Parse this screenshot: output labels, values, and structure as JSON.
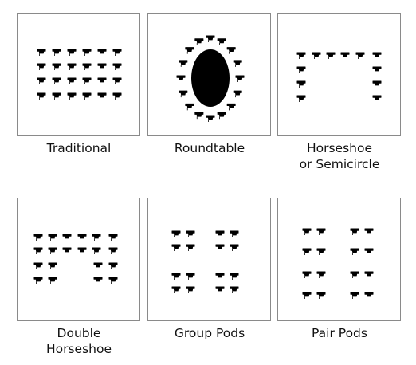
{
  "layouts": [
    {
      "caption_lines": [
        "Traditional"
      ]
    },
    {
      "caption_lines": [
        "Roundtable"
      ]
    },
    {
      "caption_lines": [
        "Horseshoe",
        "or Semicircle"
      ]
    },
    {
      "caption_lines": [
        "Double",
        "Horseshoe"
      ]
    },
    {
      "caption_lines": [
        "Group Pods"
      ]
    },
    {
      "caption_lines": [
        "Pair Pods"
      ]
    }
  ],
  "colors": {
    "desk": "#000000",
    "border": "#8a8a8a",
    "text": "#111111"
  }
}
